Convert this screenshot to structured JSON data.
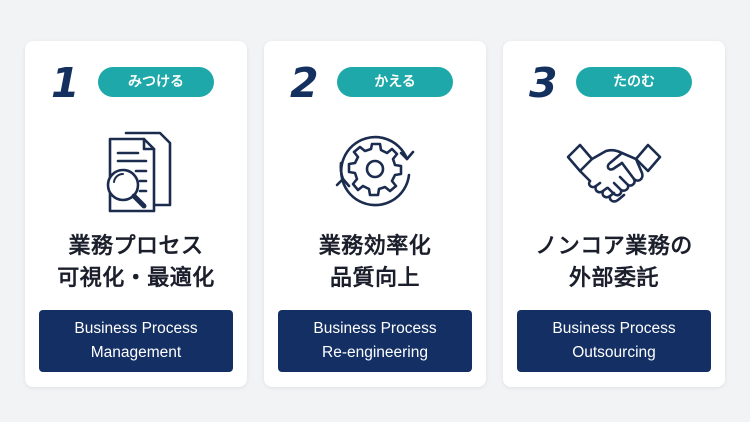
{
  "cards": [
    {
      "number": "1",
      "tag": "みつける",
      "title_lines": [
        "業務プロセス",
        "可視化・最適化"
      ],
      "english_lines": [
        "Business Process",
        "Management"
      ],
      "icon": "document-search-icon"
    },
    {
      "number": "2",
      "tag": "かえる",
      "title_lines": [
        "業務効率化",
        "品質向上"
      ],
      "english_lines": [
        "Business Process",
        "Re-engineering"
      ],
      "icon": "gear-cycle-icon"
    },
    {
      "number": "3",
      "tag": "たのむ",
      "title_lines": [
        "ノンコア業務の",
        "外部委託"
      ],
      "english_lines": [
        "Business Process",
        "Outsourcing"
      ],
      "icon": "handshake-icon"
    }
  ],
  "colors": {
    "navy": "#132f63",
    "teal": "#1fa8a9",
    "background": "#f2f3f5"
  }
}
